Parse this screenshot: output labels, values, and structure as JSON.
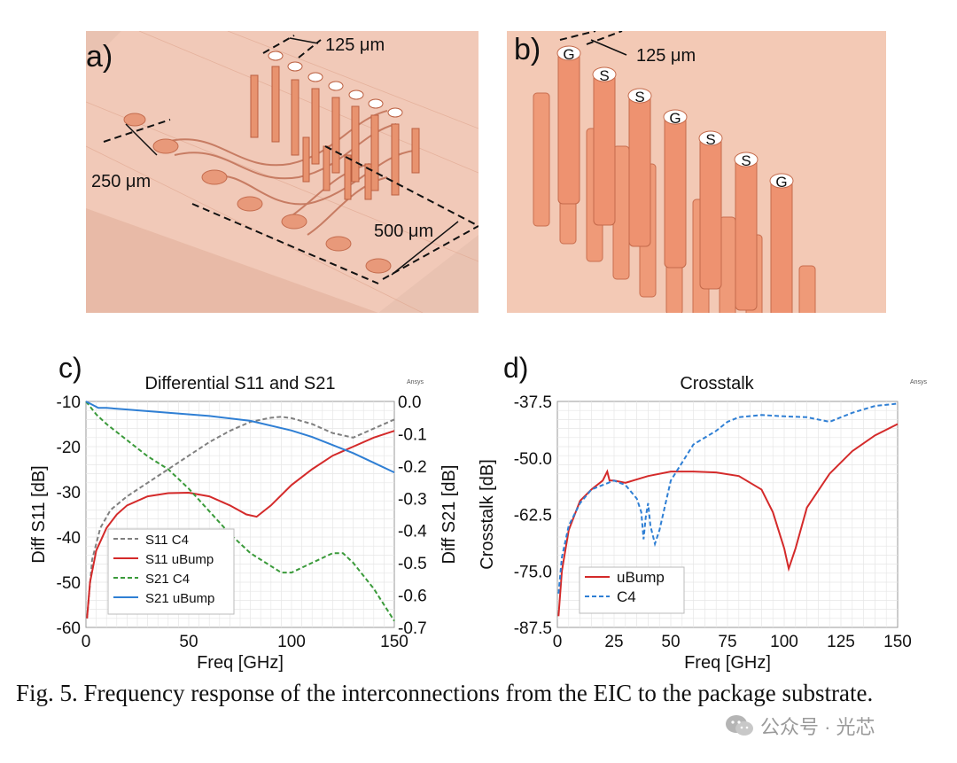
{
  "panel_a": {
    "label": "a)",
    "dim_top": "125 μm",
    "dim_left": "250 μm",
    "dim_right": "500 μm"
  },
  "panel_b": {
    "label": "b)",
    "dim_top": "125 μm",
    "bump_labels": [
      "G",
      "S",
      "S",
      "G",
      "S",
      "S",
      "G"
    ]
  },
  "chart_data": [
    {
      "type": "line",
      "panel_label": "c)",
      "title": "Differential S11 and S21",
      "logo": "Ansys",
      "xlabel": "Freq [GHz]",
      "ylabel": "Diff S11 [dB]",
      "y2label": "Diff S21 [dB]",
      "xlim": [
        0,
        150
      ],
      "ylim": [
        -60,
        -10
      ],
      "y2lim": [
        -0.7,
        0.0
      ],
      "xticks": [
        0,
        50,
        100,
        150
      ],
      "yticks": [
        -60,
        -50,
        -40,
        -30,
        -20,
        -10
      ],
      "y2ticks": [
        "0.0",
        "-0.1",
        "-0.2",
        "-0.3",
        "-0.4",
        "-0.5",
        "-0.6",
        "-0.7"
      ],
      "grid": true,
      "legend_position": "bottom-left",
      "series": [
        {
          "name": "S11 C4",
          "axis": "left",
          "color": "#808080",
          "dash": true,
          "x": [
            0.5,
            3,
            7,
            12,
            20,
            30,
            40,
            50,
            60,
            70,
            80,
            90,
            95,
            100,
            110,
            120,
            130,
            140,
            150
          ],
          "y": [
            -58,
            -45,
            -38,
            -34,
            -31,
            -28,
            -25,
            -22,
            -19,
            -16.5,
            -14.5,
            -13.6,
            -13.4,
            -13.7,
            -15,
            -17,
            -18,
            -16,
            -14
          ]
        },
        {
          "name": "S11 uBump",
          "axis": "left",
          "color": "#d42a2a",
          "dash": false,
          "x": [
            0.5,
            2,
            5,
            10,
            15,
            20,
            30,
            40,
            50,
            60,
            70,
            78,
            83,
            90,
            100,
            110,
            120,
            130,
            140,
            150
          ],
          "y": [
            -58,
            -50,
            -43,
            -38,
            -35,
            -33,
            -31,
            -30.3,
            -30.2,
            -31,
            -33,
            -35,
            -35.5,
            -33,
            -28.5,
            -25,
            -22,
            -20,
            -18,
            -16.5
          ]
        },
        {
          "name": "S21 C4",
          "axis": "right",
          "color": "#3a9a3a",
          "dash": true,
          "x": [
            0,
            5,
            10,
            20,
            30,
            40,
            50,
            60,
            70,
            80,
            90,
            95,
            100,
            110,
            120,
            125,
            130,
            140,
            145,
            150
          ],
          "y": [
            0.0,
            -0.04,
            -0.07,
            -0.12,
            -0.17,
            -0.21,
            -0.27,
            -0.34,
            -0.41,
            -0.47,
            -0.51,
            -0.53,
            -0.53,
            -0.5,
            -0.47,
            -0.47,
            -0.5,
            -0.58,
            -0.63,
            -0.68
          ]
        },
        {
          "name": "S21 uBump",
          "axis": "right",
          "color": "#2f7fd4",
          "dash": false,
          "x": [
            0,
            3,
            6,
            10,
            20,
            40,
            60,
            80,
            100,
            110,
            120,
            130,
            140,
            150
          ],
          "y": [
            0.0,
            -0.01,
            -0.02,
            -0.02,
            -0.025,
            -0.035,
            -0.045,
            -0.06,
            -0.09,
            -0.11,
            -0.135,
            -0.16,
            -0.19,
            -0.22
          ]
        }
      ]
    },
    {
      "type": "line",
      "panel_label": "d)",
      "title": "Crosstalk",
      "logo": "Ansys",
      "xlabel": "Freq [GHz]",
      "ylabel": "Crosstalk [dB]",
      "xlim": [
        0,
        150
      ],
      "ylim": [
        -87.5,
        -37.5
      ],
      "xticks": [
        0,
        25,
        50,
        75,
        100,
        125,
        150
      ],
      "yticks": [
        "-87.5",
        "-75.0",
        "-62.5",
        "-50.0",
        "-37.5"
      ],
      "grid": true,
      "legend_position": "bottom-left",
      "series": [
        {
          "name": "uBump",
          "color": "#d42a2a",
          "dash": false,
          "x": [
            0.5,
            2,
            5,
            10,
            15,
            20,
            22,
            23,
            25,
            30,
            40,
            50,
            60,
            70,
            80,
            90,
            95,
            100,
            102,
            105,
            110,
            120,
            130,
            140,
            150
          ],
          "y": [
            -85,
            -75,
            -66,
            -59.5,
            -57,
            -55,
            -53,
            -55,
            -55,
            -55.5,
            -54,
            -53,
            -53,
            -53.2,
            -54,
            -57,
            -62,
            -70,
            -74.5,
            -70,
            -61,
            -53.5,
            -48.5,
            -45,
            -42.5
          ]
        },
        {
          "name": "C4",
          "color": "#2f7fd4",
          "dash": true,
          "x": [
            0.5,
            2,
            5,
            10,
            15,
            20,
            25,
            30,
            35,
            37,
            38,
            39,
            40,
            41,
            43,
            45,
            50,
            60,
            70,
            75,
            80,
            90,
            100,
            110,
            120,
            130,
            140,
            150
          ],
          "y": [
            -80,
            -72,
            -65,
            -60,
            -57,
            -56,
            -55,
            -56,
            -59,
            -62,
            -68,
            -63,
            -60,
            -65,
            -69,
            -66,
            -55,
            -47,
            -44,
            -42,
            -41,
            -40.5,
            -40.8,
            -41,
            -42,
            -40,
            -38.5,
            -38
          ]
        }
      ]
    }
  ],
  "caption": "Fig. 5. Frequency response of the interconnections from the EIC to the package substrate.",
  "watermark": "公众号 · 光芯"
}
